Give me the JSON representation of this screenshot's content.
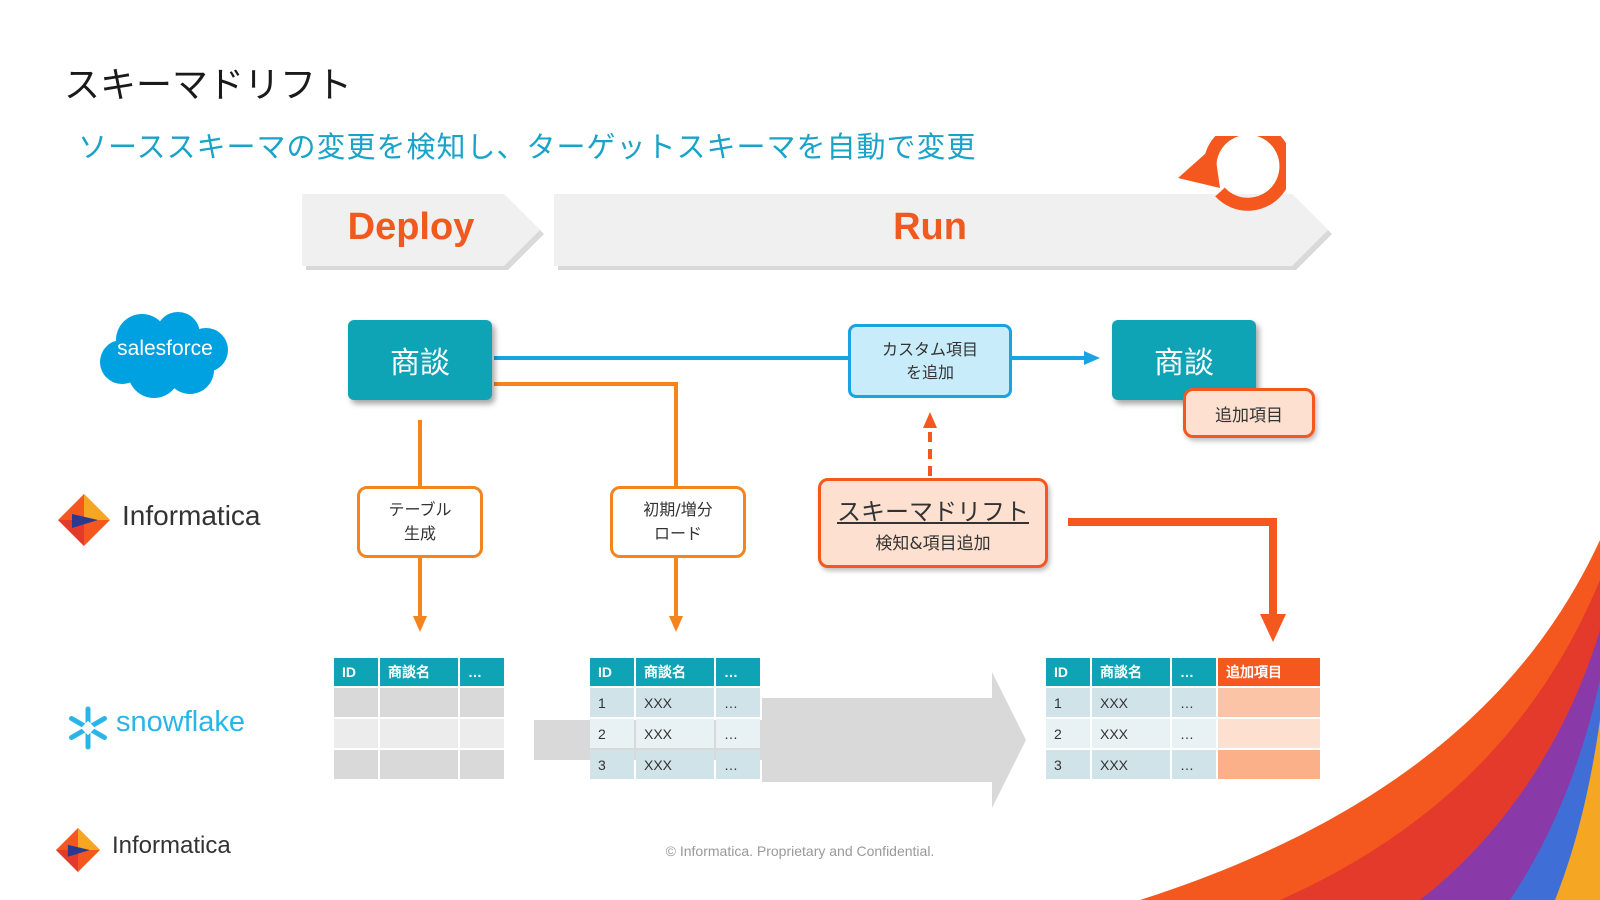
{
  "title": "スキーマドリフト",
  "subtitle": "ソーススキーマの変更を検知し、ターゲットスキーマを自動で変更",
  "phases": {
    "deploy": "Deploy",
    "run": "Run"
  },
  "logos": {
    "salesforce": "salesforce",
    "informatica": "Informatica",
    "snowflake": "snowflake"
  },
  "salesforce_objects": {
    "source": "商談",
    "target": "商談",
    "added_field": "追加項目"
  },
  "steps": {
    "table_create": [
      "テーブル",
      "生成"
    ],
    "load": [
      "初期/増分",
      "ロード"
    ],
    "custom_field": [
      "カスタム項目",
      "を追加"
    ],
    "schema_drift_title": "スキーマドリフト",
    "schema_drift_sub": "検知&項目追加"
  },
  "tables": {
    "empty": {
      "headers": [
        "ID",
        "商談名",
        "…"
      ],
      "rows": [
        [
          "",
          "",
          ""
        ],
        [
          "",
          "",
          ""
        ],
        [
          "",
          "",
          ""
        ]
      ]
    },
    "loaded": {
      "headers": [
        "ID",
        "商談名",
        "…"
      ],
      "rows": [
        [
          "1",
          "XXX",
          "…"
        ],
        [
          "2",
          "XXX",
          "…"
        ],
        [
          "3",
          "XXX",
          "…"
        ]
      ]
    },
    "drifted": {
      "headers": [
        "ID",
        "商談名",
        "…",
        "追加項目"
      ],
      "rows": [
        [
          "1",
          "XXX",
          "…",
          ""
        ],
        [
          "2",
          "XXX",
          "…",
          ""
        ],
        [
          "3",
          "XXX",
          "…",
          ""
        ]
      ]
    }
  },
  "footer": {
    "logo": "Informatica",
    "copyright": "© Informatica. Proprietary and Confidential."
  },
  "colors": {
    "teal": "#0ea3b5",
    "orange": "#f5841f",
    "red_orange": "#f5581f",
    "cyan": "#1aa3e0",
    "chevron_bg": "#f0f0f0"
  }
}
